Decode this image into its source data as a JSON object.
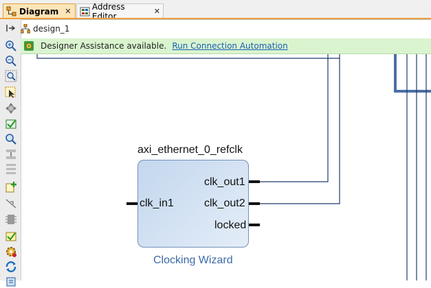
{
  "tabs": [
    {
      "label": "Diagram",
      "icon": "diagram-icon",
      "active": true
    },
    {
      "label": "Address Editor",
      "icon": "address-editor-icon",
      "active": false
    }
  ],
  "breadcrumb": {
    "label": "design_1"
  },
  "banner": {
    "message": "Designer Assistance available.",
    "link": "Run Connection Automation"
  },
  "block": {
    "instance_name": "axi_ethernet_0_refclk",
    "ip_type": "Clocking Wizard",
    "inputs": [
      "clk_in1"
    ],
    "outputs": [
      "clk_out1",
      "clk_out2",
      "locked"
    ]
  },
  "toolbar": {
    "icons": [
      "zoom-in-icon",
      "zoom-out-icon",
      "zoom-fit-icon",
      "select-area-icon",
      "auto-fit-icon",
      "validate-icon",
      "search-icon",
      "collapse-icon",
      "expand-icon",
      "add-ip-icon",
      "make-connection-icon",
      "add-module-icon",
      "regenerate-layout-icon",
      "settings-icon",
      "refresh-icon",
      "debug-icon"
    ]
  },
  "colors": {
    "accent": "#f0a03c",
    "banner_bg": "#d9f4cf",
    "link": "#1a5fb4",
    "block_border": "#7390b8",
    "wire": "#1f3b6e",
    "bus": "#4a6fa5"
  }
}
